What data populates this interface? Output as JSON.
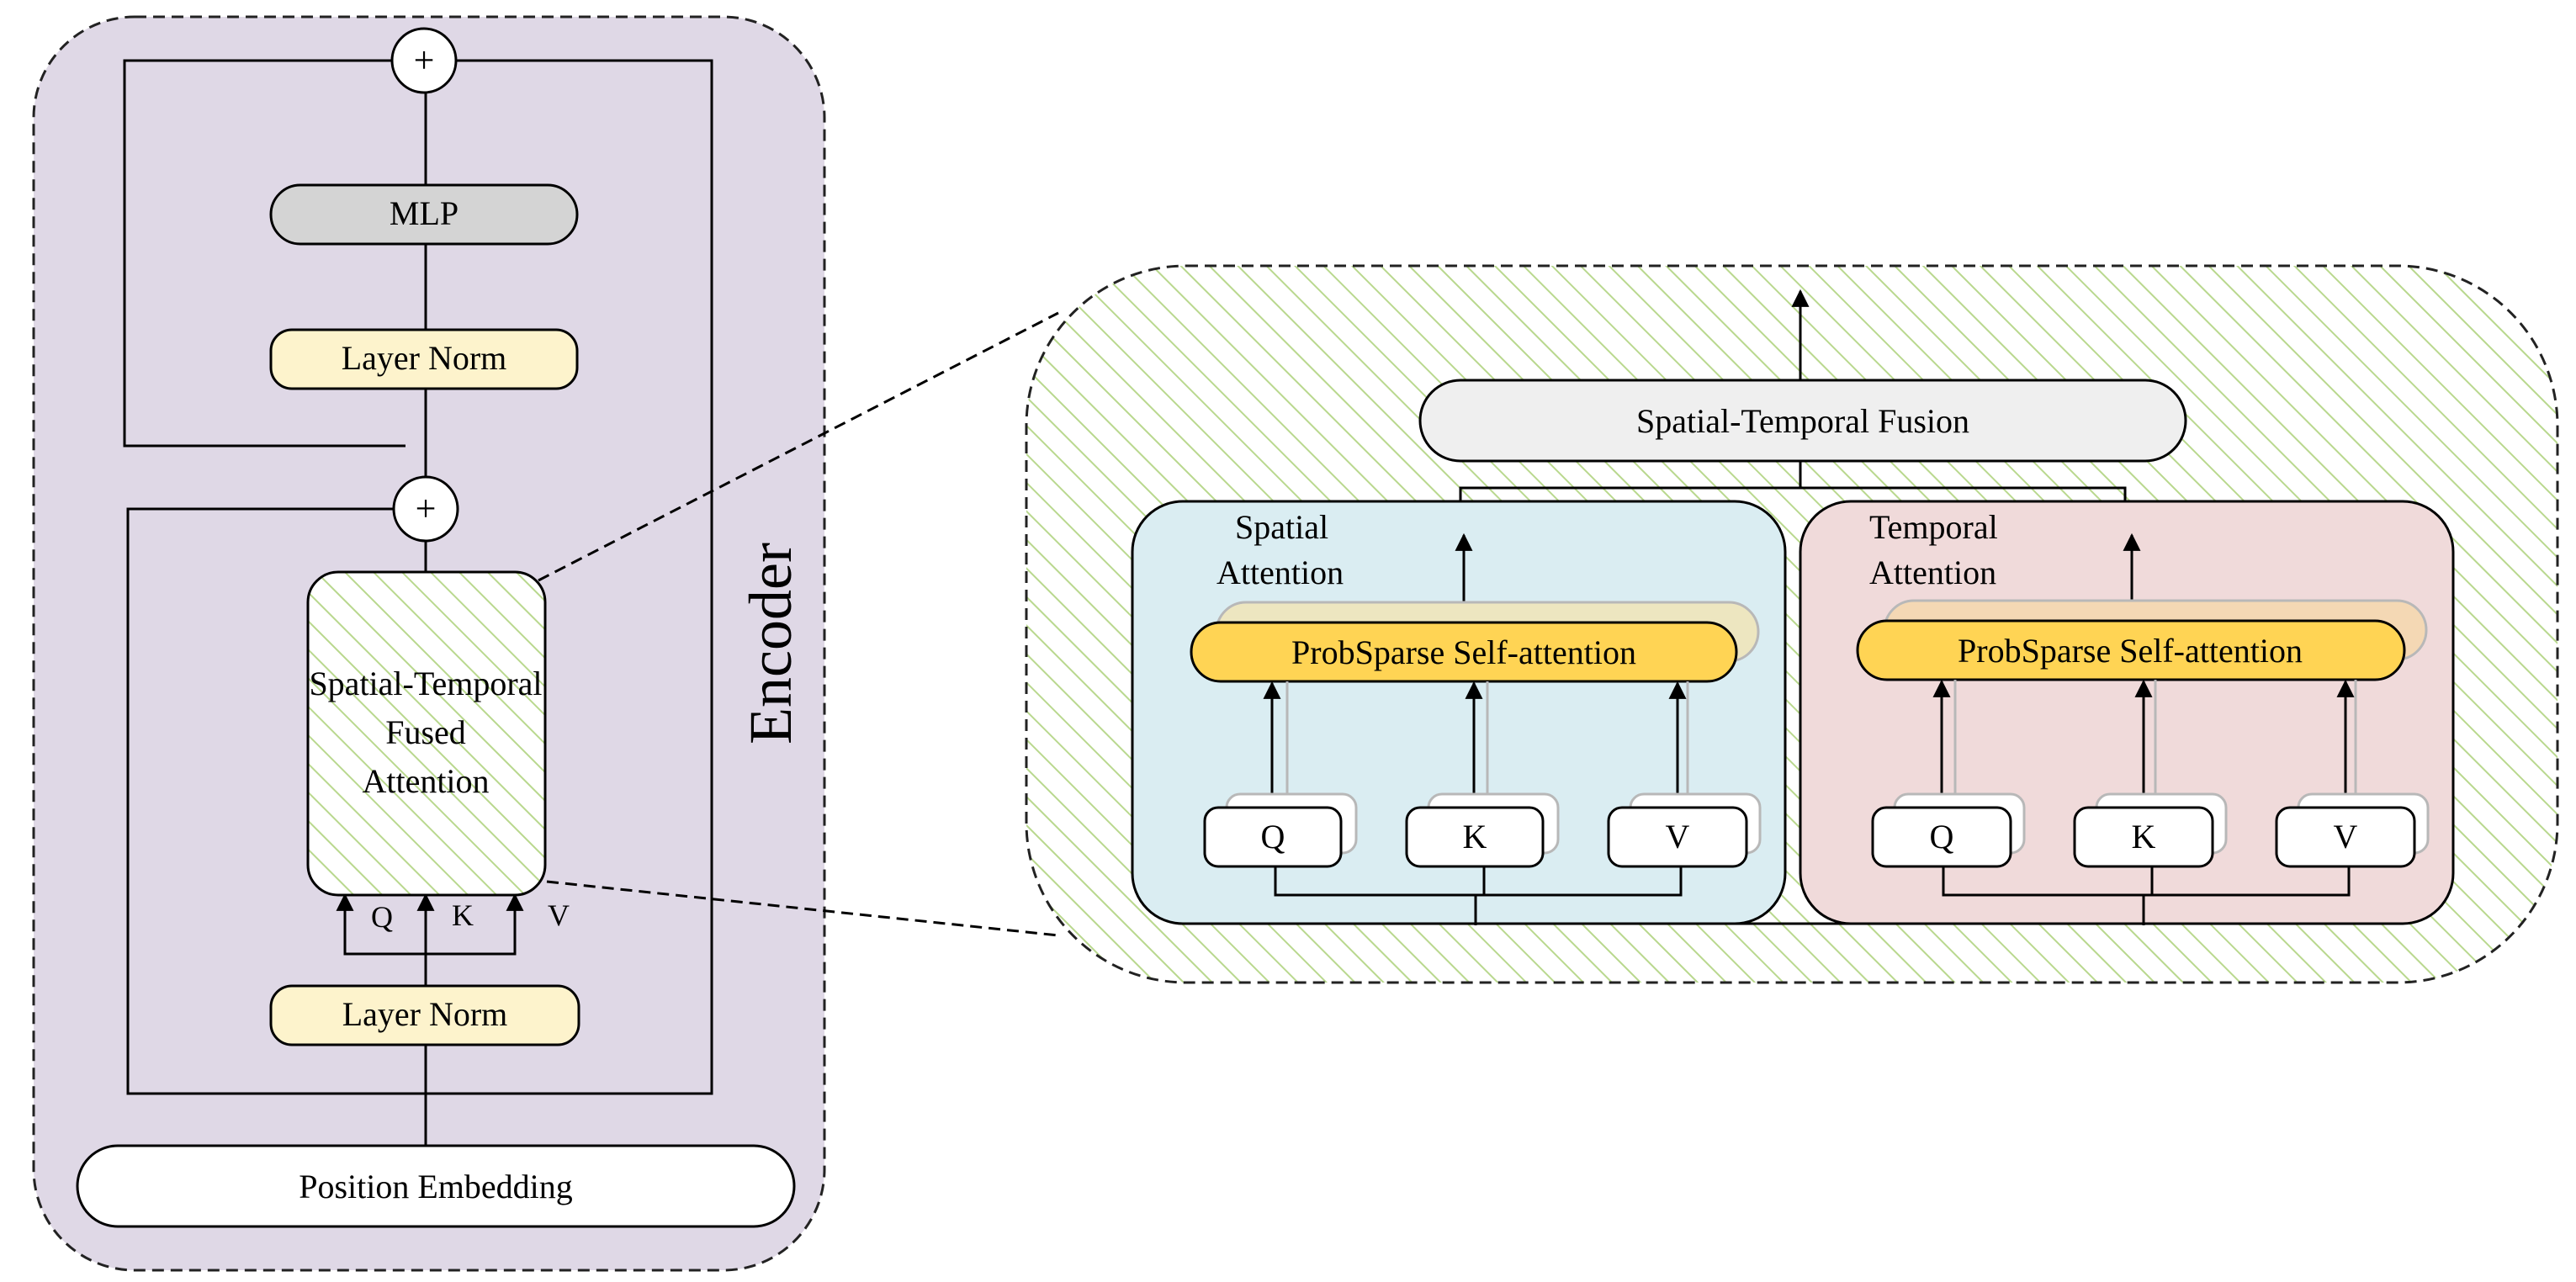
{
  "encoder": {
    "title": "Encoder",
    "mlp_label": "MLP",
    "layer_norm_top_label": "Layer Norm",
    "layer_norm_bottom_label": "Layer Norm",
    "add_symbol_top": "+",
    "add_symbol_bottom": "+",
    "stfa_line1": "Spatial-Temporal",
    "stfa_line2": "Fused",
    "stfa_line3": "Attention",
    "q_label": "Q",
    "k_label": "K",
    "v_label": "V",
    "position_embedding_label": "Position Embedding"
  },
  "detail": {
    "fusion_label": "Spatial-Temporal Fusion",
    "spatial": {
      "title_line1": "Spatial",
      "title_line2": "Attention",
      "probsparse_label": "ProbSparse Self-attention",
      "q_label": "Q",
      "k_label": "K",
      "v_label": "V"
    },
    "temporal": {
      "title_line1": "Temporal",
      "title_line2": "Attention",
      "probsparse_label": "ProbSparse Self-attention",
      "q_label": "Q",
      "k_label": "K",
      "v_label": "V"
    }
  },
  "colors": {
    "encoder_bg": "#dfd8e6",
    "hatch_line": "#b9d88e",
    "mlp_fill": "#d4d4d4",
    "layer_norm_fill": "#fdf3cc",
    "fusion_fill": "#efefef",
    "spatial_fill": "#daedf2",
    "temporal_fill": "#f0dada",
    "probsparse_fill": "#ffd454"
  }
}
